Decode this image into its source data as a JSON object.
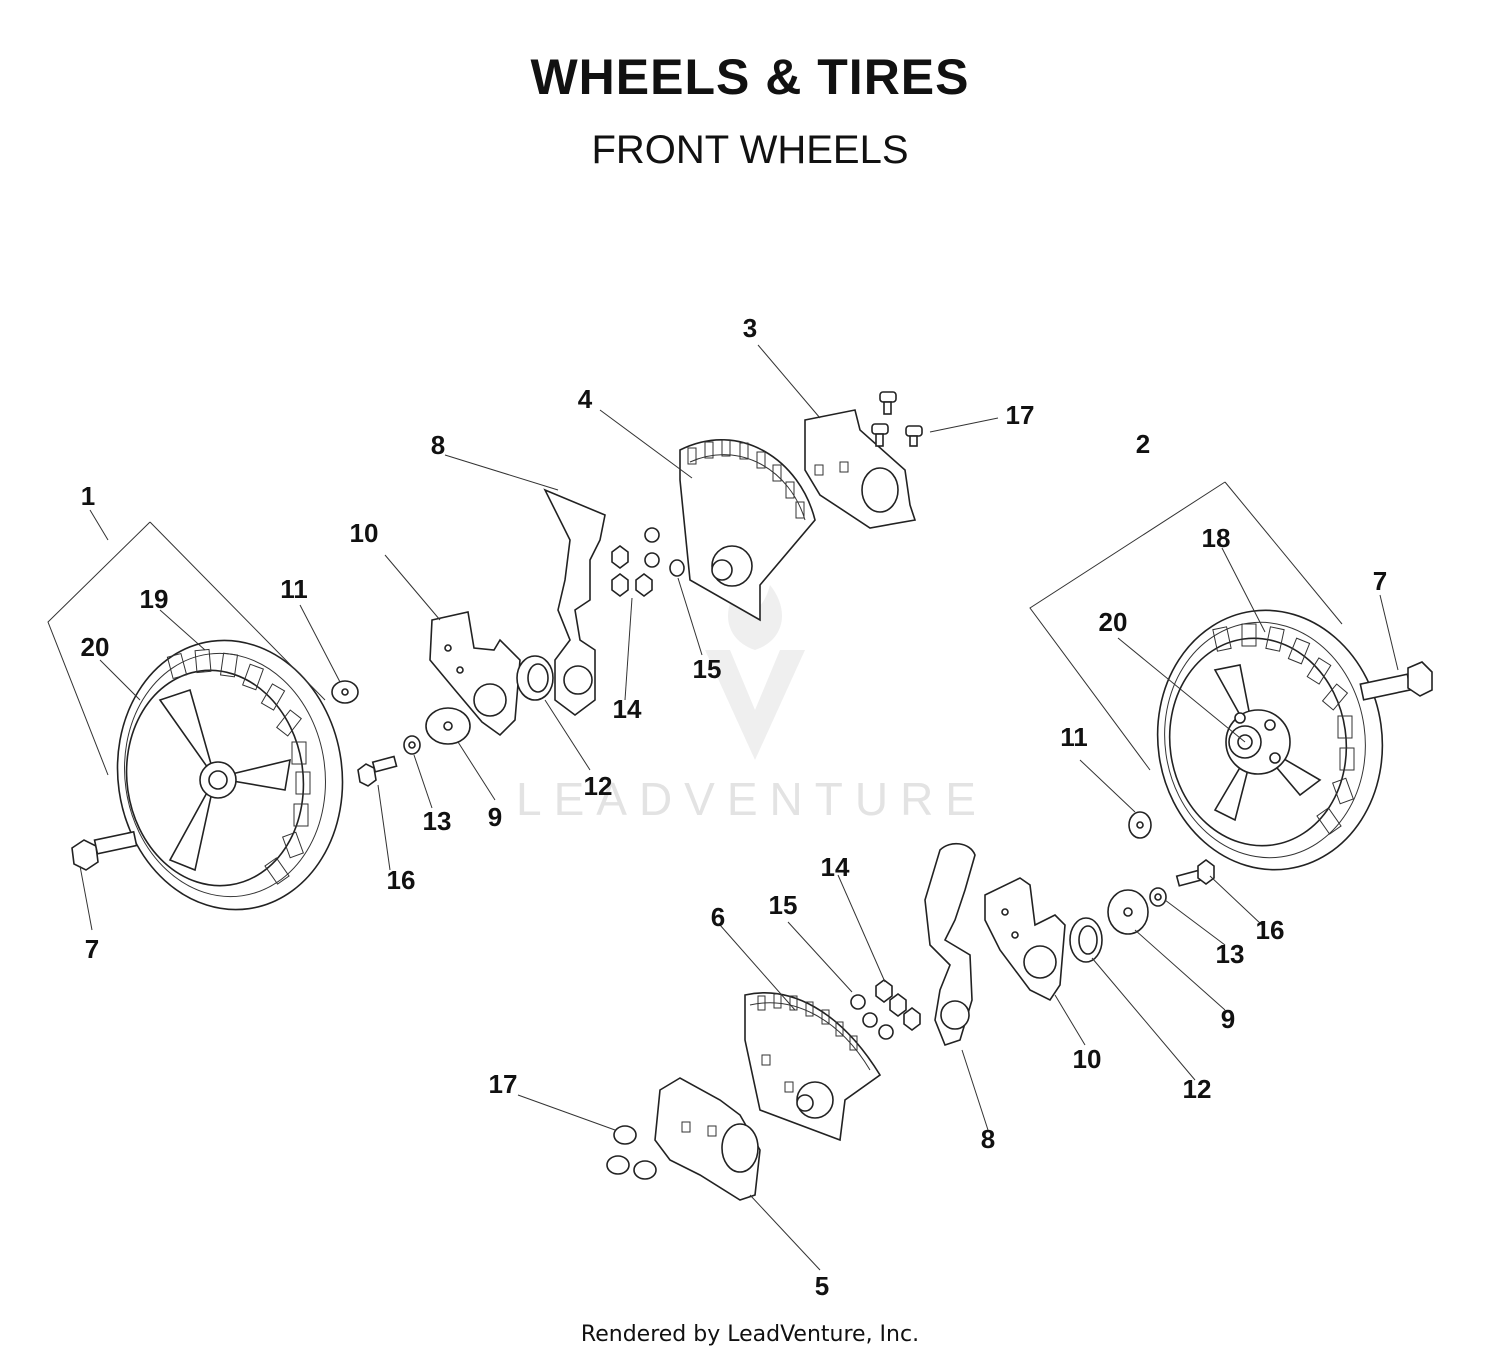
{
  "title": "WHEELS & TIRES",
  "subtitle": "FRONT WHEELS",
  "watermark": "LEADVENTURE",
  "footer": "Rendered by LeadVenture, Inc.",
  "callouts": {
    "c1": "1",
    "c2": "2",
    "c3": "3",
    "c4": "4",
    "c5": "5",
    "c6": "6",
    "c7a": "7",
    "c7b": "7",
    "c8a": "8",
    "c8b": "8",
    "c9a": "9",
    "c9b": "9",
    "c10a": "10",
    "c10b": "10",
    "c11a": "11",
    "c11b": "11",
    "c12a": "12",
    "c12b": "12",
    "c13a": "13",
    "c13b": "13",
    "c14a": "14",
    "c14b": "14",
    "c15a": "15",
    "c15b": "15",
    "c16a": "16",
    "c16b": "16",
    "c17a": "17",
    "c17b": "17",
    "c18": "18",
    "c19": "19",
    "c20a": "20",
    "c20b": "20"
  }
}
